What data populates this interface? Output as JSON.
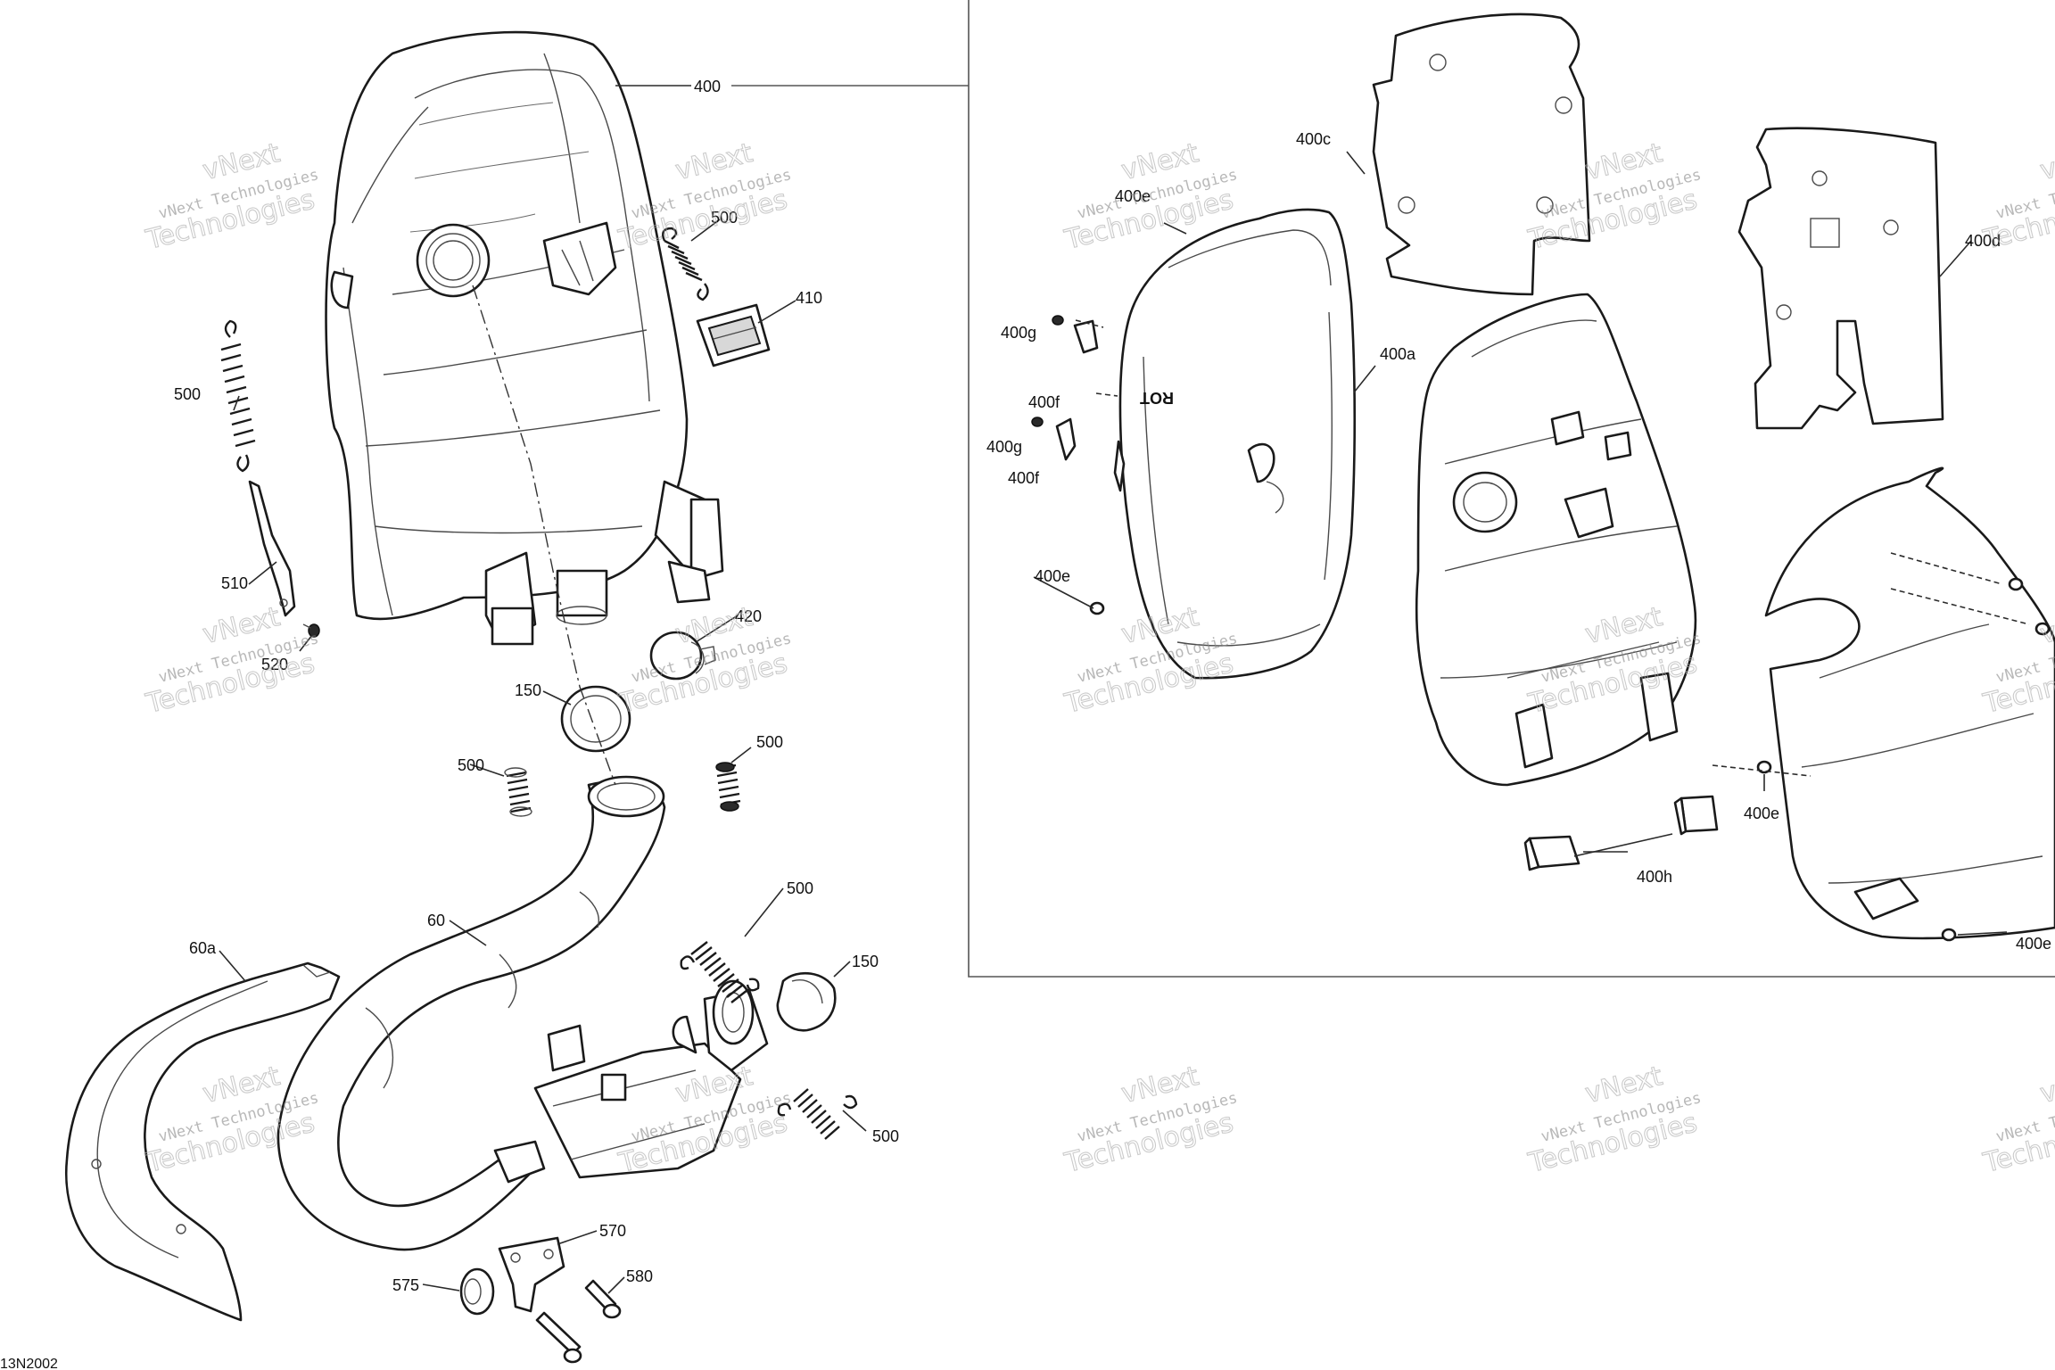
{
  "drawing_number": "13N2002",
  "callouts": {
    "c400": "400",
    "c500_top": "500",
    "c410": "410",
    "c500_left": "500",
    "c510": "510",
    "c520": "520",
    "c420": "420",
    "c150_top": "150",
    "c500_mid_left": "500",
    "c500_mid_right": "500",
    "c60": "60",
    "c60a": "60a",
    "c500_pipe": "500",
    "c150_bottom": "150",
    "c500_bottom": "500",
    "c570": "570",
    "c575": "575",
    "c580": "580",
    "c400c": "400c",
    "c400d": "400d",
    "c400e_top": "400e",
    "c400a": "400a",
    "c400g_1": "400g",
    "c400f_1": "400f",
    "c400g_2": "400g",
    "c400f_2": "400f",
    "c400e_left": "400e",
    "c400e_right": "400e",
    "c400h": "400h",
    "c400e_bottom": "400e"
  },
  "cover_embossed_text": "ROT",
  "watermark": {
    "line1": "vNext Technologies",
    "line2": "Technologies",
    "line3": "vNext"
  },
  "colors": {
    "line": "#1a1a1a",
    "watermark": "#8a8a8a",
    "background": "#ffffff"
  }
}
